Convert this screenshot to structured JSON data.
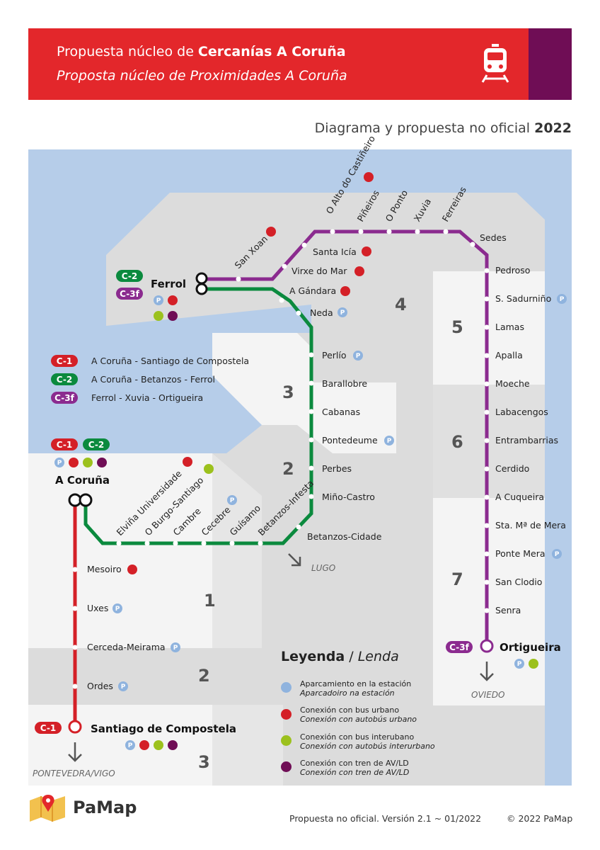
{
  "header": {
    "title_prefix": "Propuesta núcleo de ",
    "title_bold": "Cercanías A Coruña",
    "subtitle": "Proposta núcleo de Proximidades A Coruña"
  },
  "tagline": {
    "text": "Diagrama y propuesta no oficial ",
    "year": "2022"
  },
  "colors": {
    "c1": "#d42027",
    "c2": "#0b8a3e",
    "c3": "#8b2b8f",
    "header": "#e3272b",
    "header_band": "#6f0d55",
    "sea": "#b6cde9",
    "land": "#dcdcdc",
    "parking": "#8fb3de",
    "bus_urbano": "#d42027",
    "bus_interurbano": "#9cc11d",
    "tren": "#6f0d55"
  },
  "lines": [
    {
      "badge": "C-1",
      "route": "A Coruña - Santiago de Compostela"
    },
    {
      "badge": "C-2",
      "route": "A Coruña - Betanzos - Ferrol"
    },
    {
      "badge": "C-3f",
      "route": "Ferrol - Xuvia - Ortigueira"
    }
  ],
  "cities": {
    "ferrol": "Ferrol",
    "coruna": "A Coruña",
    "santiago": "Santiago de Compostela",
    "ortigueira": "Ortigueira"
  },
  "stations_c1": [
    "Mesoiro",
    "Uxes",
    "Cerceda-Meirama",
    "Ordes"
  ],
  "stations_c2_west": [
    "Elviña Universidade",
    "O Burgo-Santiago",
    "Cambre",
    "Cecebre",
    "Guísamo",
    "Betanzos-Infesta"
  ],
  "stations_c2_north": [
    "Betanzos-Cidade",
    "Miño-Castro",
    "Perbes",
    "Pontedeume",
    "Cabanas",
    "Barallobre",
    "Perlío",
    "Neda",
    "A Gándara"
  ],
  "stations_c3_west": [
    "San Xoan",
    "Virxe do Mar",
    "Santa Icía",
    "O Alto do Castiñeiro",
    "Piñeiros",
    "O Ponto",
    "Xuvia",
    "Ferreiras",
    "Sedes"
  ],
  "stations_c3_east": [
    "Pedroso",
    "S. Sadurniño",
    "Lamas",
    "Apalla",
    "Moeche",
    "Labacengos",
    "Entrambarrias",
    "Cerdido",
    "A Cuqueira",
    "Sta. Mª de Mera",
    "Ponte Mera",
    "San Clodio",
    "Senra"
  ],
  "zones": [
    "1",
    "2",
    "3",
    "4",
    "5",
    "6",
    "7",
    "2",
    "3"
  ],
  "directions": {
    "lugo": "LUGO",
    "vigo": "PONTEVEDRA/VIGO",
    "oviedo": "OVIEDO"
  },
  "legend": {
    "title_es": "Leyenda",
    "sep": " / ",
    "title_gl": "Lenda",
    "items": [
      {
        "es": "Aparcamiento en la estación",
        "gl": "Aparcadoiro na estación"
      },
      {
        "es": "Conexión con bus urbano",
        "gl": "Conexión con autobús urbano"
      },
      {
        "es": "Conexión con bus interubano",
        "gl": "Conexión con autobús interurbano"
      },
      {
        "es": "Conexión con tren de AV/LD",
        "gl": "Conexión con tren de AV/LD"
      }
    ]
  },
  "icons": {
    "parking": "P",
    "train": "train-icon",
    "bus": "bus-icon"
  },
  "footer": {
    "brand": "PaMap",
    "note": "Propuesta no oficial. Versión 2.1 ~ 01/2022",
    "copyright": "© 2022 PaMap"
  }
}
